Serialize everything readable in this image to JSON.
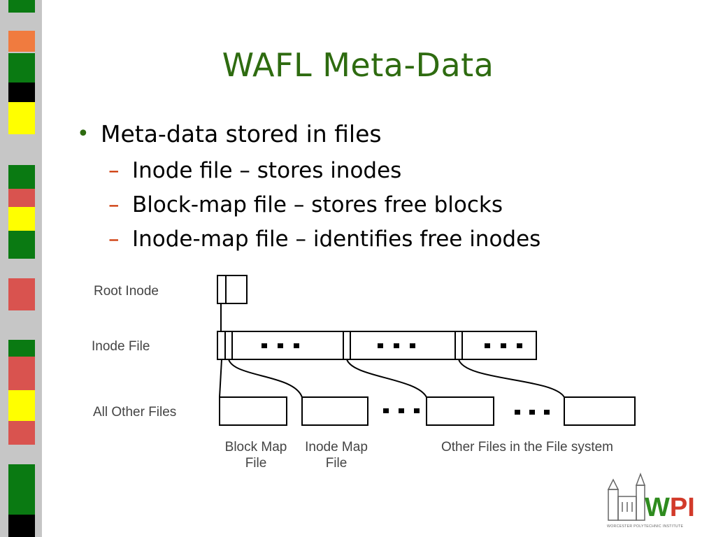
{
  "slide": {
    "title": "WAFL Meta-Data",
    "bullet": "Meta-data stored in files",
    "sub_bullets": [
      "Inode file – stores inodes",
      "Block-map file – stores free blocks",
      "Inode-map file – identifies free inodes"
    ],
    "bullet_symbol": "•",
    "dash_symbol": "–"
  },
  "diagram": {
    "root_label": "Root Inode",
    "inode_file_label": "Inode File",
    "other_files_label": "All Other Files",
    "block_map_label_line1": "Block Map",
    "block_map_label_line2": "File",
    "inode_map_label_line1": "Inode Map",
    "inode_map_label_line2": "File",
    "other_files_caption": "Other Files in the File system"
  },
  "logo": {
    "text": "WPI",
    "subtext": "WORCESTER POLYTECHNIC INSTITUTE",
    "color_w": "#2e8b1e",
    "color_pi": "#d23a2a"
  },
  "colors": {
    "title": "#2e6b10",
    "dash": "#cc3300",
    "stripe_green": "#0a7a12",
    "stripe_orange": "#f07b3f",
    "stripe_yellow": "#ffff00",
    "stripe_red": "#d9534f",
    "stripe_black": "#000000",
    "stripe_gray": "#a0a0a0"
  }
}
